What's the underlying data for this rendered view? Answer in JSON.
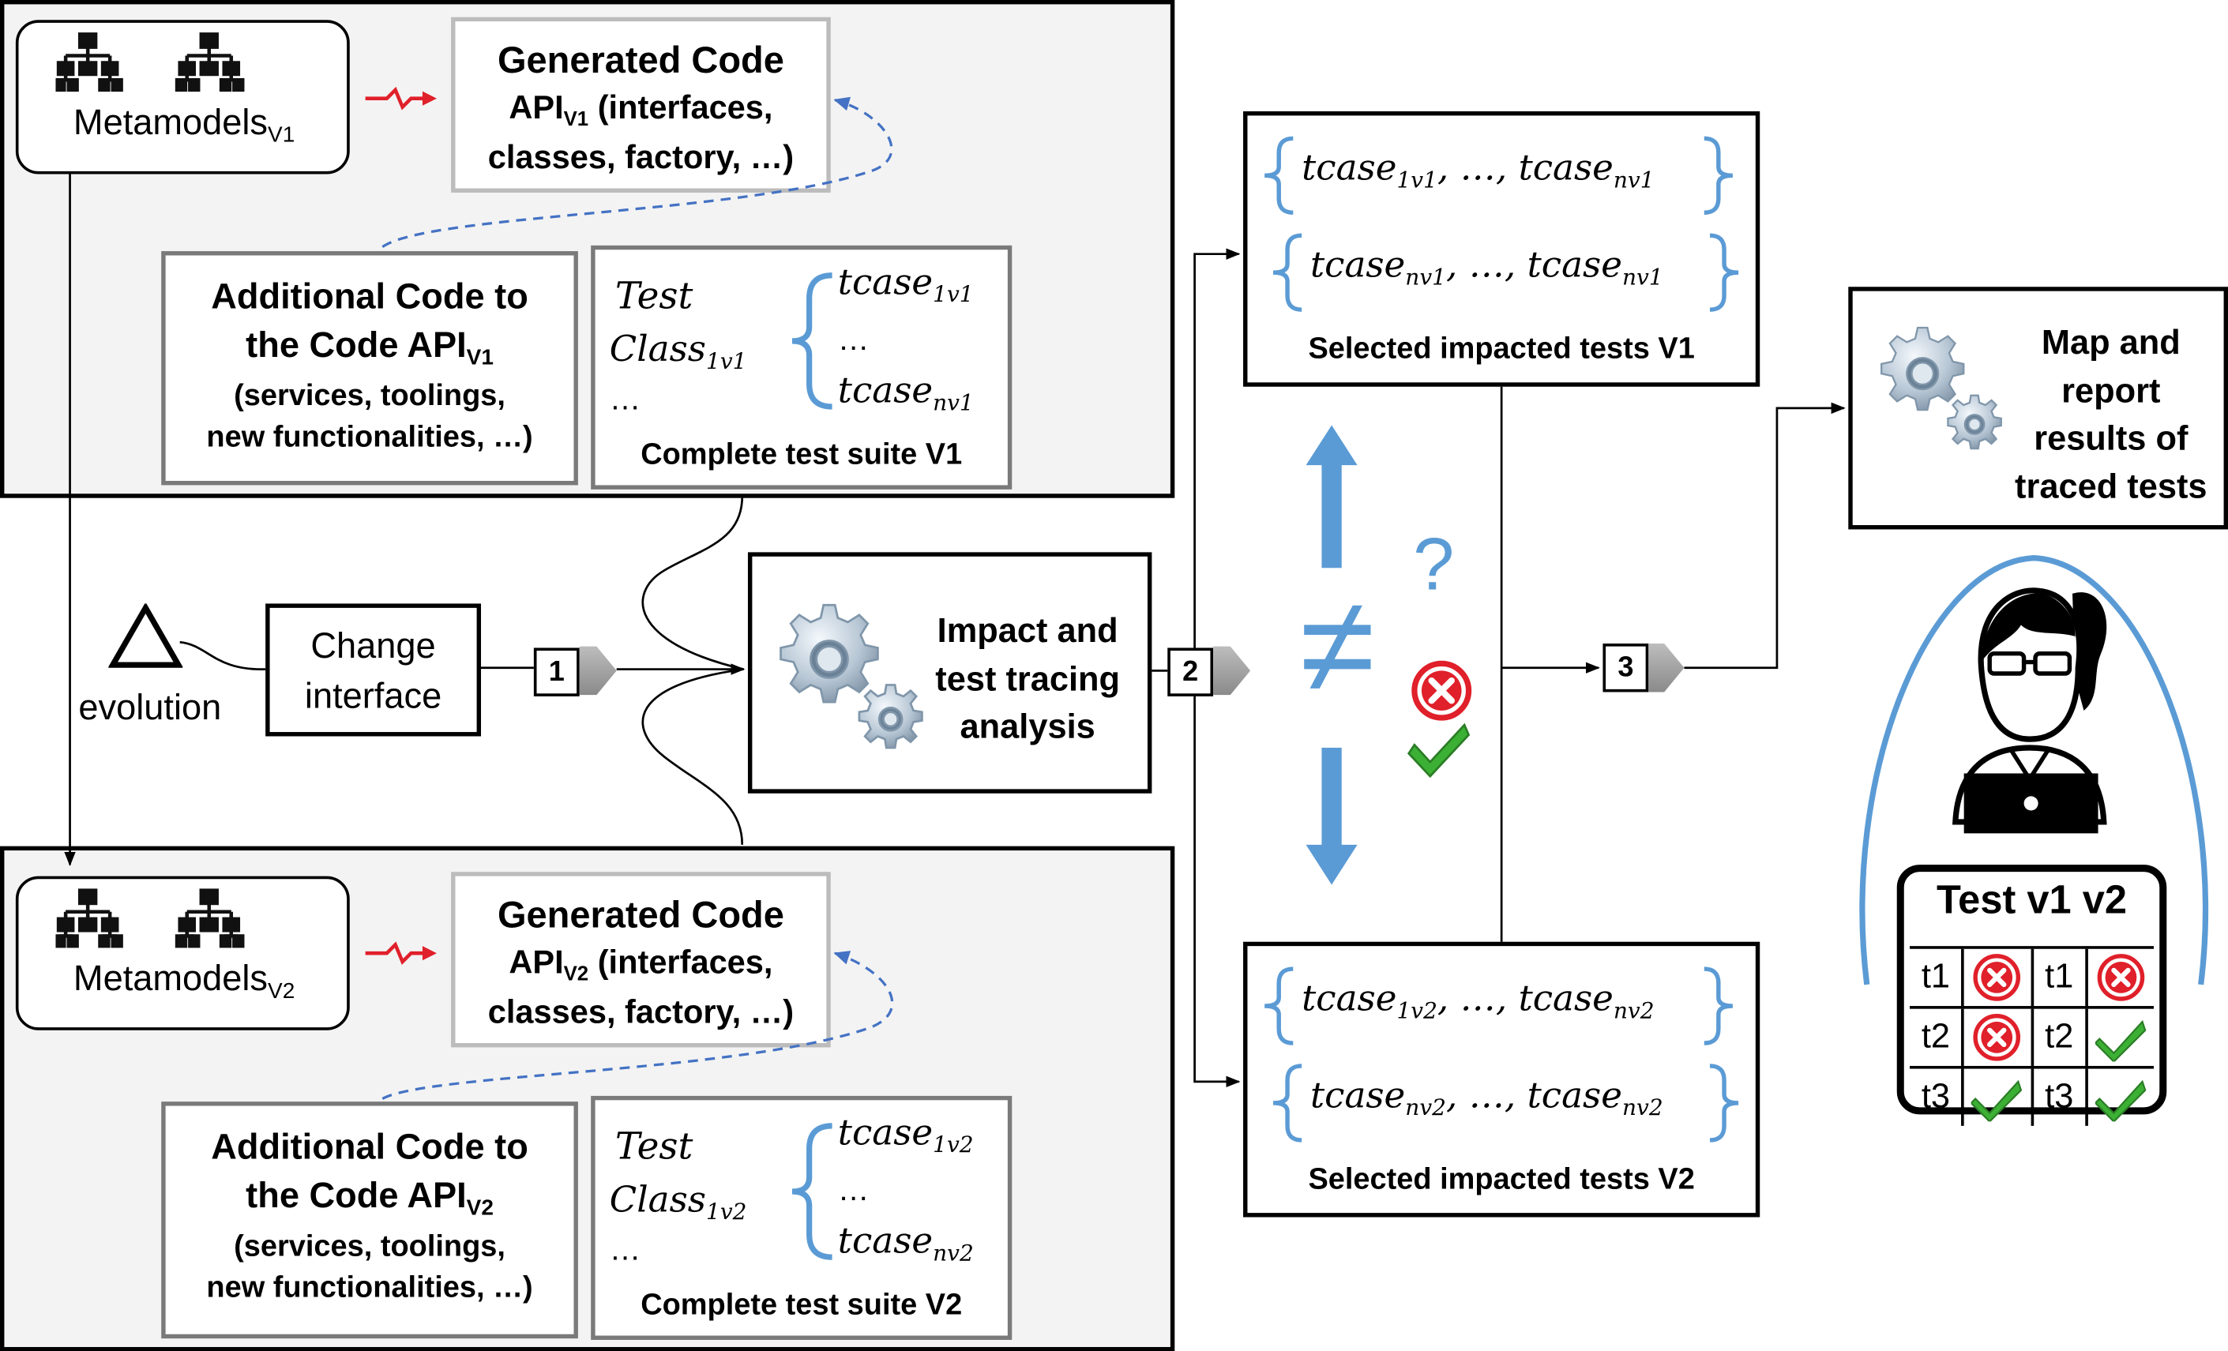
{
  "v1": {
    "metamodels": {
      "label": "Metamodels",
      "sub": "V1"
    },
    "generated": {
      "title": "Generated Code",
      "api_a": "API",
      "api_sub": "V1",
      "api_b": " (interfaces,",
      "line3": "classes, factory, …)"
    },
    "additional": {
      "line1": "Additional  Code to",
      "line2": "the Code API",
      "line2_sub": "V1",
      "line3": "(services, toolings,",
      "line4": "new functionalities, …)"
    },
    "suite": {
      "test_a": "Test",
      "test_b": "Class",
      "test_b_sub": "1v1",
      "ellipsis": "…",
      "tc1": "tcase",
      "tc1_sub": "1v1",
      "tcmid": "…",
      "tc2": "tcase",
      "tc2_sub": "nv1",
      "caption": "Complete test suite V1"
    }
  },
  "v2": {
    "metamodels": {
      "label": "Metamodels",
      "sub": "V2"
    },
    "generated": {
      "title": "Generated Code",
      "api_a": "API",
      "api_sub": "V2",
      "api_b": " (interfaces,",
      "line3": "classes, factory, …)"
    },
    "additional": {
      "line1": "Additional  Code to",
      "line2": "the Code API",
      "line2_sub": "V2",
      "line3": "(services, toolings,",
      "line4": "new functionalities, …)"
    },
    "suite": {
      "test_a": "Test",
      "test_b": "Class",
      "test_b_sub": "1v2",
      "ellipsis": "…",
      "tc1": "tcase",
      "tc1_sub": "1v2",
      "tcmid": "…",
      "tc2": "tcase",
      "tc2_sub": "nv2",
      "caption": "Complete test suite V2"
    }
  },
  "evolution": {
    "label": "evolution"
  },
  "change_interface": {
    "line1": "Change",
    "line2": "interface"
  },
  "analysis": {
    "line1": "Impact and",
    "line2": "test tracing",
    "line3": "analysis"
  },
  "steps": {
    "s1": "1",
    "s2": "2",
    "s3": "3"
  },
  "selected_v1": {
    "set1": {
      "a": "tcase",
      "a_sub": "1v1",
      "mid": ", …, ",
      "b": "tcase",
      "b_sub": "nv1"
    },
    "set2": {
      "a": "tcase",
      "a_sub": "nv1",
      "mid": ", …, ",
      "b": "tcase",
      "b_sub": "nv1"
    },
    "caption": "Selected impacted tests V1"
  },
  "selected_v2": {
    "set1": {
      "a": "tcase",
      "a_sub": "1v2",
      "mid": ", …, ",
      "b": "tcase",
      "b_sub": "nv2"
    },
    "set2": {
      "a": "tcase",
      "a_sub": "nv2",
      "mid": ", …, ",
      "b": "tcase",
      "b_sub": "nv2"
    },
    "caption": "Selected impacted tests V2"
  },
  "compare": {
    "neq": "≠",
    "question": "?"
  },
  "report": {
    "line1": "Map and",
    "line2": "report",
    "line3": "results of",
    "line4": "traced tests"
  },
  "results_table": {
    "title": "Test v1 v2",
    "rows": [
      {
        "t_a": "t1",
        "v1": "fail",
        "t_b": "t1",
        "v2": "fail"
      },
      {
        "t_a": "t2",
        "v1": "fail",
        "t_b": "t2",
        "v2": "pass"
      },
      {
        "t_a": "t3",
        "v1": "pass",
        "t_b": "t3",
        "v2": "pass"
      }
    ]
  },
  "colors": {
    "blue": "#5b9bd5",
    "red": "#e0202a",
    "green": "#3cb034",
    "panel": "#f3f3f3",
    "grey_border": "#7a7a7a"
  },
  "icons": [
    "hierarchy-icon",
    "gears-icon",
    "delta-icon",
    "user-at-laptop-icon",
    "error-cross-icon",
    "check-icon"
  ]
}
